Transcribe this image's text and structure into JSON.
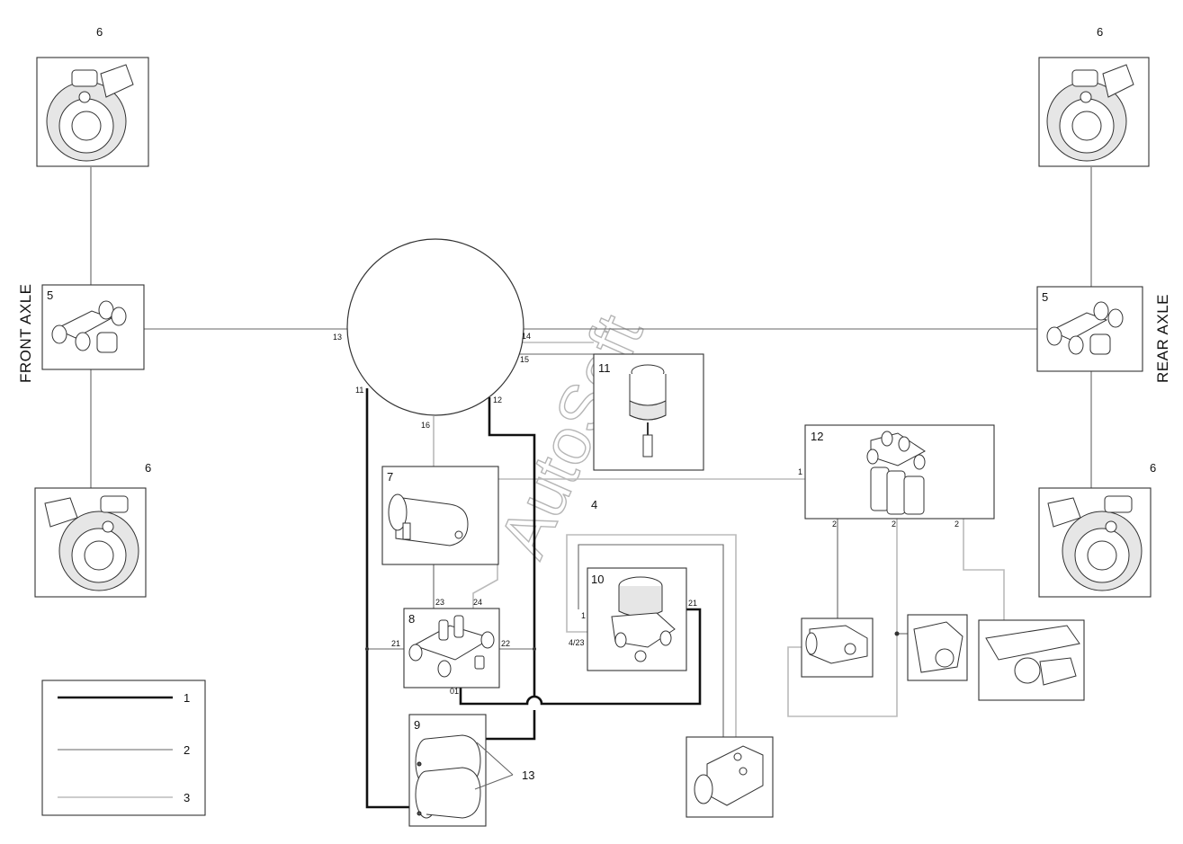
{
  "axles": {
    "front": "FRONT AXLE",
    "rear": "REAR AXLE"
  },
  "components": {
    "brake_chamber": "6",
    "relay_valve": "5",
    "dryer": "10",
    "compressor_valve": "7",
    "protection_valve": "8",
    "reservoirs": "9",
    "spring_brake": "11",
    "valve_block": "12",
    "group": "4",
    "reservoir_callout": "13"
  },
  "ports": {
    "c13": "13",
    "c14": "14",
    "c15": "15",
    "c11": "11",
    "c12": "12",
    "c16": "16",
    "p23": "23",
    "p24": "24",
    "p21": "21",
    "p22": "22",
    "p01": "01",
    "d1": "1",
    "d423": "4/23",
    "d21": "21",
    "v1": "1",
    "v2a": "2",
    "v2b": "2",
    "v2c": "2"
  },
  "legend": {
    "l1": "1",
    "l2": "2",
    "l3": "3"
  },
  "watermark": "AutoSoft"
}
